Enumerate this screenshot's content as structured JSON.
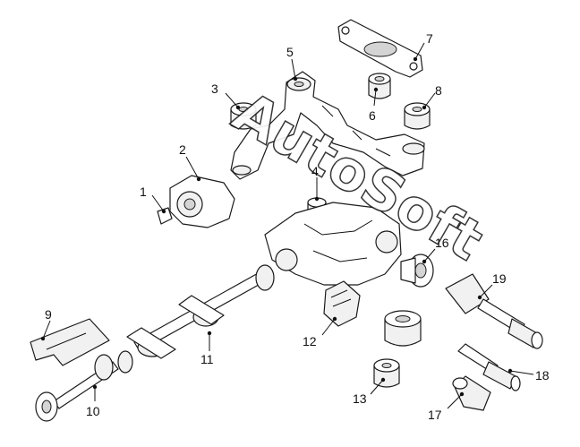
{
  "watermark": {
    "text": "AutoSoft"
  },
  "callouts": [
    {
      "id": "1",
      "label": "1"
    },
    {
      "id": "2",
      "label": "2"
    },
    {
      "id": "3",
      "label": "3"
    },
    {
      "id": "4",
      "label": "4"
    },
    {
      "id": "5",
      "label": "5"
    },
    {
      "id": "6",
      "label": "6"
    },
    {
      "id": "7",
      "label": "7"
    },
    {
      "id": "8",
      "label": "8"
    },
    {
      "id": "9",
      "label": "9"
    },
    {
      "id": "10",
      "label": "10"
    },
    {
      "id": "11",
      "label": "11"
    },
    {
      "id": "12",
      "label": "12"
    },
    {
      "id": "13",
      "label": "13"
    },
    {
      "id": "16",
      "label": "16"
    },
    {
      "id": "17",
      "label": "17"
    },
    {
      "id": "18",
      "label": "18"
    },
    {
      "id": "19",
      "label": "19"
    }
  ]
}
